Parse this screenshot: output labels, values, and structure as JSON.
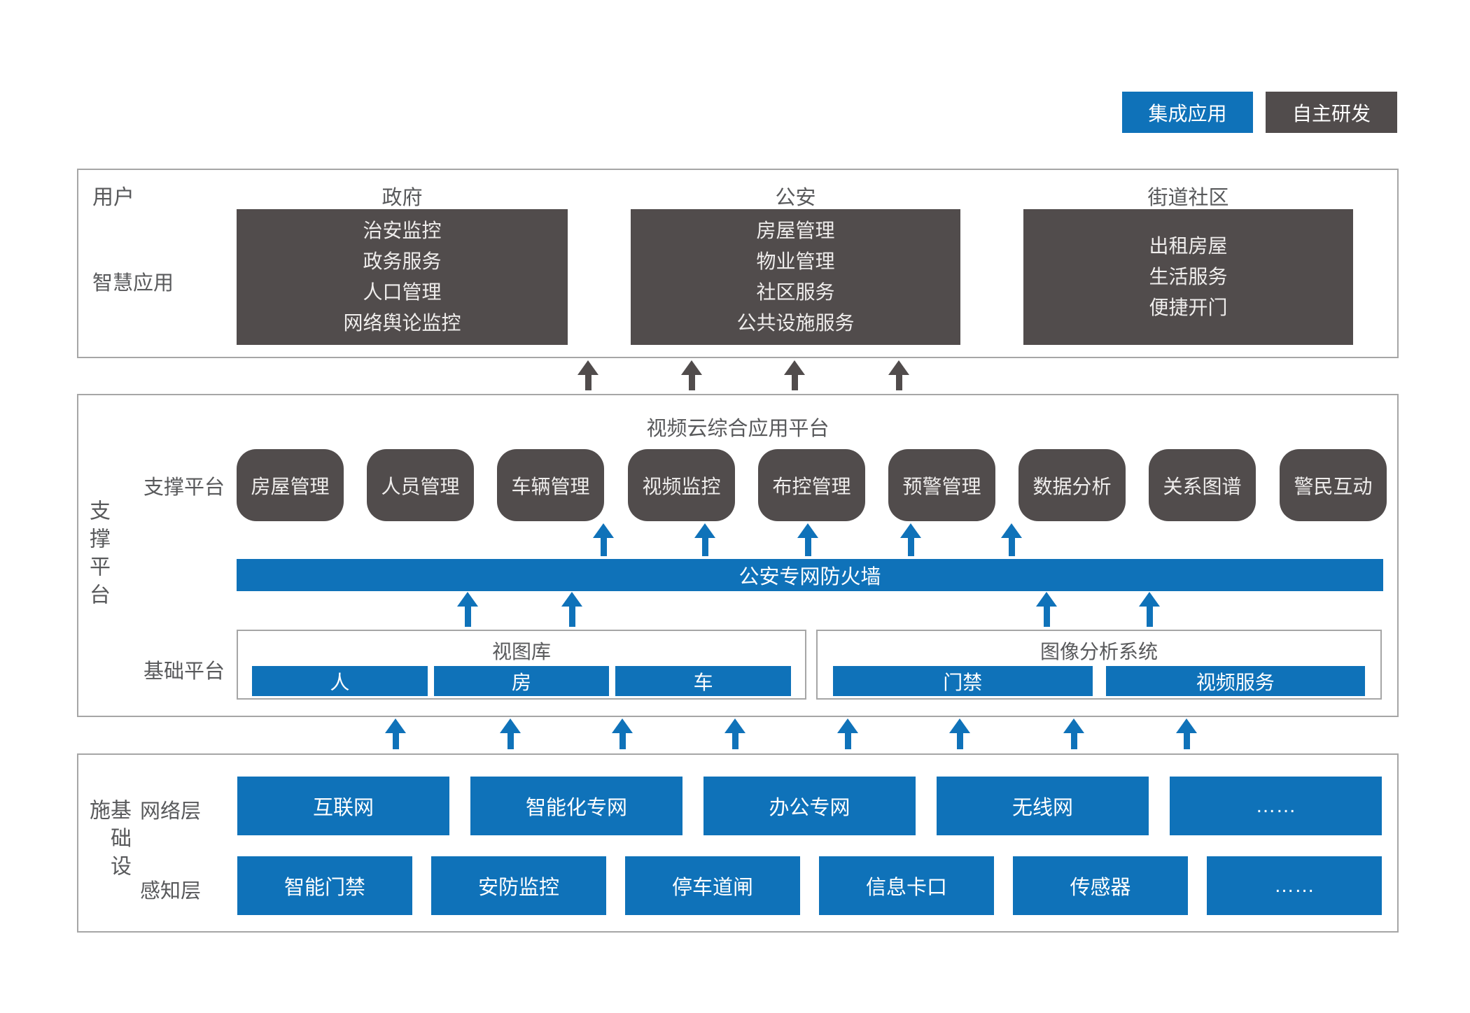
{
  "legend": {
    "integrated": "集成应用",
    "self_developed": "自主研发"
  },
  "users_section": {
    "corner_label": "用户",
    "left_label": "智慧应用",
    "columns": [
      {
        "header": "政府",
        "items": [
          "治安监控",
          "政务服务",
          "人口管理",
          "网络舆论监控"
        ]
      },
      {
        "header": "公安",
        "items": [
          "房屋管理",
          "物业管理",
          "社区服务",
          "公共设施服务"
        ]
      },
      {
        "header": "街道社区",
        "items": [
          "出租房屋",
          "生活服务",
          "便捷开门"
        ]
      }
    ]
  },
  "support_section": {
    "side_label": "支撑平台",
    "platform_title": "视频云综合应用平台",
    "support_row_label": "支撑平台",
    "modules": [
      "房屋管理",
      "人员管理",
      "车辆管理",
      "视频监控",
      "布控管理",
      "预警管理",
      "数据分析",
      "关系图谱",
      "警民互动"
    ],
    "firewall_label": "公安专网防火墙",
    "base_row_label": "基础平台",
    "base_groups": [
      {
        "title": "视图库",
        "items": [
          "人",
          "房",
          "车"
        ]
      },
      {
        "title": "图像分析系统",
        "items": [
          "门禁",
          "视频服务"
        ]
      }
    ]
  },
  "infra_section": {
    "side_label": "基础设施",
    "rows": [
      {
        "label": "网络层",
        "items": [
          "互联网",
          "智能化专网",
          "办公专网",
          "无线网",
          "……"
        ]
      },
      {
        "label": "感知层",
        "items": [
          "智能门禁",
          "安防监控",
          "停车道闸",
          "信息卡口",
          "传感器",
          "……"
        ]
      }
    ]
  },
  "colors": {
    "blue": "#0f72b9",
    "dark": "#514c4c",
    "border": "#a6a6a6",
    "label_text": "#58595b"
  }
}
